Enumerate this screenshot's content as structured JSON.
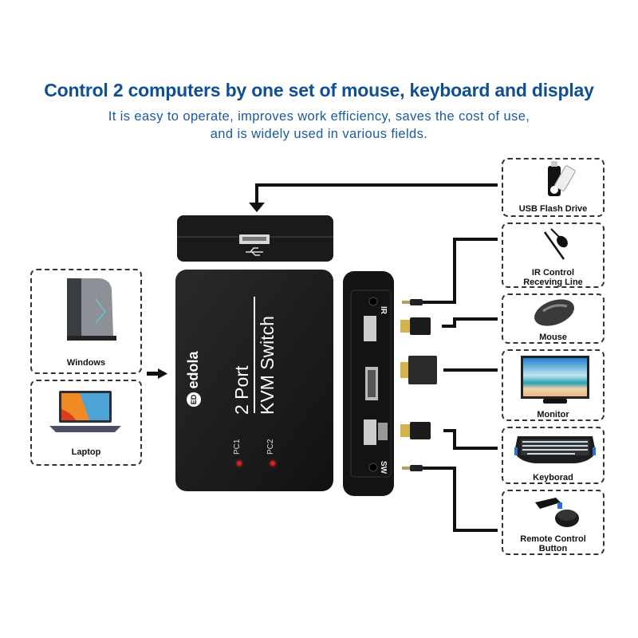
{
  "header": {
    "title": "Control 2 computers by one set of mouse, keyboard and display",
    "subtitle_line1": "It is easy to operate, improves work efficiency, saves the cost of use,",
    "subtitle_line2": "and is widely used in various fields."
  },
  "inputs": [
    {
      "label": "Windows",
      "icon": "desktop-tower-icon"
    },
    {
      "label": "Laptop",
      "icon": "laptop-icon"
    }
  ],
  "device": {
    "brand": "edola",
    "logo_text": "ED",
    "model_line1": "2 Port",
    "model_line2": "KVM Switch",
    "led1": "PC1",
    "led2": "PC2",
    "port_ir": "IR",
    "port_sw": "SW",
    "led_color": "#e02020"
  },
  "peripherals": [
    {
      "label": "USB Flash Drive",
      "icon": "usb-flash-drive-icon"
    },
    {
      "label_line1": "IR Control",
      "label_line2": "Receving Line",
      "icon": "ir-receiver-cable-icon"
    },
    {
      "label": "Mouse",
      "icon": "mouse-icon"
    },
    {
      "label": "Monitor",
      "icon": "monitor-icon"
    },
    {
      "label": "Keyborad",
      "icon": "keyboard-icon"
    },
    {
      "label_line1": "Remote Control",
      "label_line2": "Button",
      "icon": "remote-control-button-icon"
    }
  ],
  "colors": {
    "title": "#0f4f94",
    "subtitle": "#1a5a9e"
  }
}
